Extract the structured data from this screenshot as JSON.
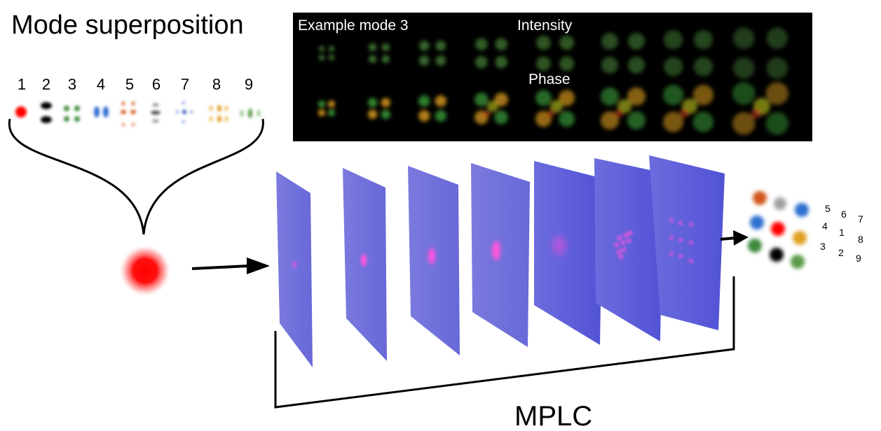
{
  "title": "Mode superposition",
  "mode_numbers": [
    "1",
    "2",
    "3",
    "4",
    "5",
    "6",
    "7",
    "8",
    "9"
  ],
  "inset": {
    "example_label": "Example mode 3",
    "intensity_label": "Intensity",
    "phase_label": "Phase",
    "background": "#000000",
    "stages": 8
  },
  "plane_count": 7,
  "plane_color": "#6b6bdd",
  "bracket_label": "MPLC",
  "output_numbers": [
    "5",
    "6",
    "7",
    "4",
    "1",
    "8",
    "3",
    "2",
    "9"
  ],
  "colors": {
    "mode1": "#ff0000",
    "mode2": "#000000",
    "mode3": "#3c8a3c",
    "mode4": "#2e6fd0",
    "mode5": "#d2561a",
    "mode6": "#808080",
    "mode7": "#1f4fb8",
    "mode8": "#e0a020",
    "mode9": "#5a9a4a",
    "spot": "#ff55dd"
  }
}
